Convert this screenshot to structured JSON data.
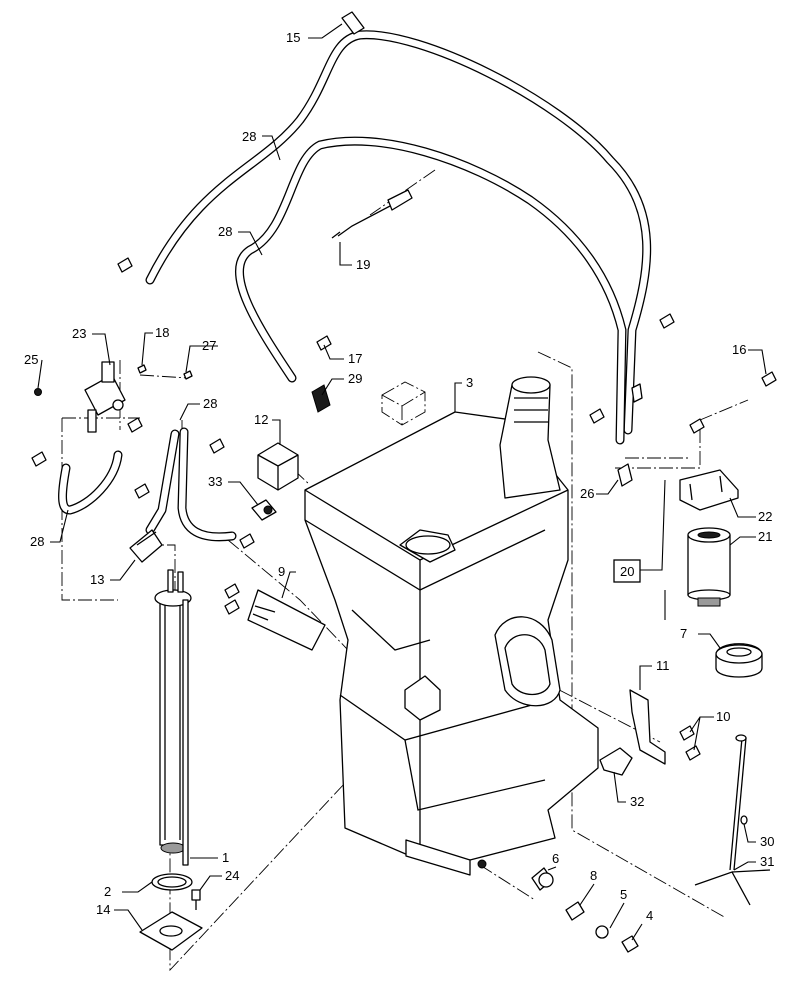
{
  "diagram": {
    "callouts": [
      {
        "id": "c1",
        "label": "1"
      },
      {
        "id": "c2",
        "label": "2"
      },
      {
        "id": "c3",
        "label": "3"
      },
      {
        "id": "c4",
        "label": "4"
      },
      {
        "id": "c5",
        "label": "5"
      },
      {
        "id": "c6",
        "label": "6"
      },
      {
        "id": "c7",
        "label": "7"
      },
      {
        "id": "c8",
        "label": "8"
      },
      {
        "id": "c9",
        "label": "9"
      },
      {
        "id": "c10",
        "label": "10"
      },
      {
        "id": "c11",
        "label": "11"
      },
      {
        "id": "c12",
        "label": "12"
      },
      {
        "id": "c13",
        "label": "13"
      },
      {
        "id": "c14",
        "label": "14"
      },
      {
        "id": "c15",
        "label": "15"
      },
      {
        "id": "c16",
        "label": "16"
      },
      {
        "id": "c17",
        "label": "17"
      },
      {
        "id": "c18",
        "label": "18"
      },
      {
        "id": "c19",
        "label": "19"
      },
      {
        "id": "c20",
        "label": "20"
      },
      {
        "id": "c21",
        "label": "21"
      },
      {
        "id": "c22",
        "label": "22"
      },
      {
        "id": "c23",
        "label": "23"
      },
      {
        "id": "c24",
        "label": "24"
      },
      {
        "id": "c25",
        "label": "25"
      },
      {
        "id": "c26",
        "label": "26"
      },
      {
        "id": "c27",
        "label": "27"
      },
      {
        "id": "c28a",
        "label": "28"
      },
      {
        "id": "c28b",
        "label": "28"
      },
      {
        "id": "c28c",
        "label": "28"
      },
      {
        "id": "c28d",
        "label": "28"
      },
      {
        "id": "c29",
        "label": "29"
      },
      {
        "id": "c30",
        "label": "30"
      },
      {
        "id": "c31",
        "label": "31"
      },
      {
        "id": "c32",
        "label": "32"
      },
      {
        "id": "c33",
        "label": "33"
      }
    ]
  }
}
